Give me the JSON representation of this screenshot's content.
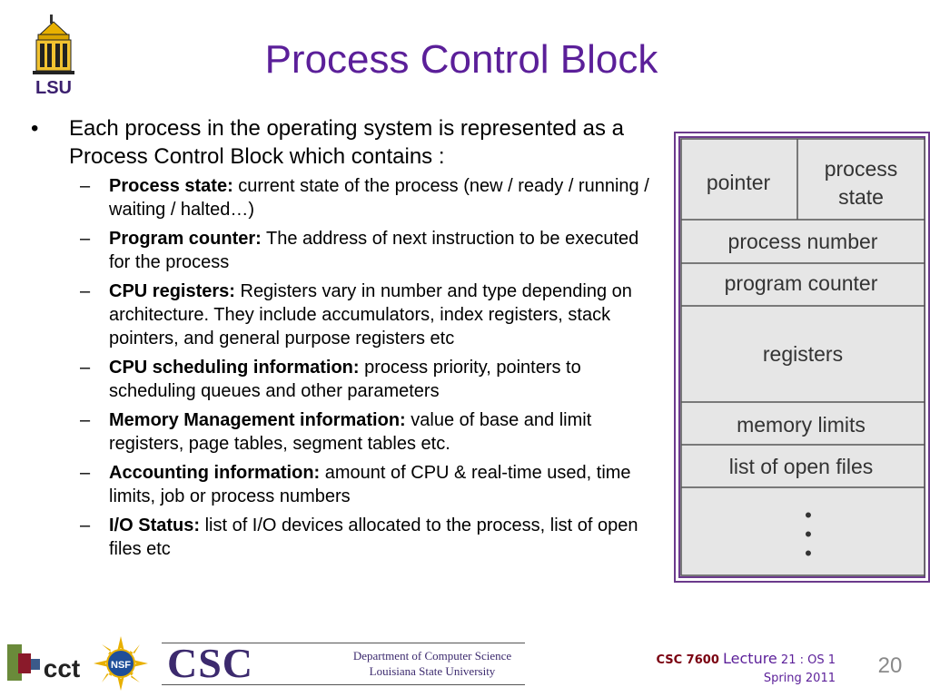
{
  "title": "Process Control Block",
  "logo": {
    "text": "LSU"
  },
  "intro": {
    "bullet": "•",
    "text": "Each process in the operating system is represented as a Process Control Block which contains :"
  },
  "items": [
    {
      "dash": "–",
      "term": "Process state:",
      "desc": " current state of the process (new / ready / running / waiting / halted…)"
    },
    {
      "dash": "–",
      "term": "Program counter:",
      "desc": " The address of next instruction to be executed for the process"
    },
    {
      "dash": "–",
      "term": "CPU registers:",
      "desc": " Registers vary in number and type depending on architecture. They include accumulators, index registers, stack pointers, and general purpose registers etc"
    },
    {
      "dash": "–",
      "term": "CPU scheduling information:",
      "desc": " process priority, pointers to scheduling queues and other parameters"
    },
    {
      "dash": "–",
      "term": "Memory Management information:",
      "desc": " value of base and limit registers, page tables, segment tables etc."
    },
    {
      "dash": "–",
      "term": "Accounting information:",
      "desc": " amount of CPU & real-time used, time limits, job or process numbers"
    },
    {
      "dash": "–",
      "term": "I/O Status:",
      "desc": " list of I/O devices allocated to the process, list of open files etc"
    }
  ],
  "pcb": {
    "pointer": "pointer",
    "process_state_1": "process",
    "process_state_2": "state",
    "process_number": "process number",
    "program_counter": "program counter",
    "registers": "registers",
    "memory_limits": "memory limits",
    "open_files": "list of open files",
    "dots": "•"
  },
  "footer": {
    "cct": "cct",
    "nsf": "NSF",
    "csc": "CSC",
    "dept_line1": "Department of Computer Science",
    "dept_line2": "Louisiana State University",
    "course_code": "CSC 7600",
    "lecture": "Lecture",
    "lecture_num": "21 : OS 1",
    "term": "Spring 2011",
    "slide_number": "20"
  },
  "colors": {
    "title": "#5b1f99",
    "pcb_border": "#6b3a8c",
    "pcb_fill": "#e6e6e6",
    "lsu_gold": "#e8b000",
    "lsu_purple": "#3b1f6e"
  }
}
